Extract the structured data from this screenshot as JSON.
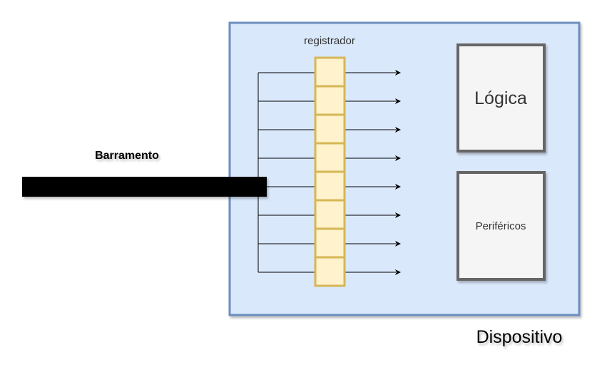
{
  "device": {
    "label": "Dispositivo",
    "fill": "#dae8fc",
    "stroke": "#6c8ebf"
  },
  "bus": {
    "label": "Barramento",
    "color": "#000000"
  },
  "register": {
    "label": "registrador",
    "cells": 8,
    "fill": "#fff2cc",
    "stroke": "#d6b656"
  },
  "logic": {
    "label": "Lógica",
    "fill": "#f5f5f5",
    "stroke": "#666666"
  },
  "peripherals": {
    "label": "Periféricos",
    "fill": "#f5f5f5",
    "stroke": "#666666"
  }
}
